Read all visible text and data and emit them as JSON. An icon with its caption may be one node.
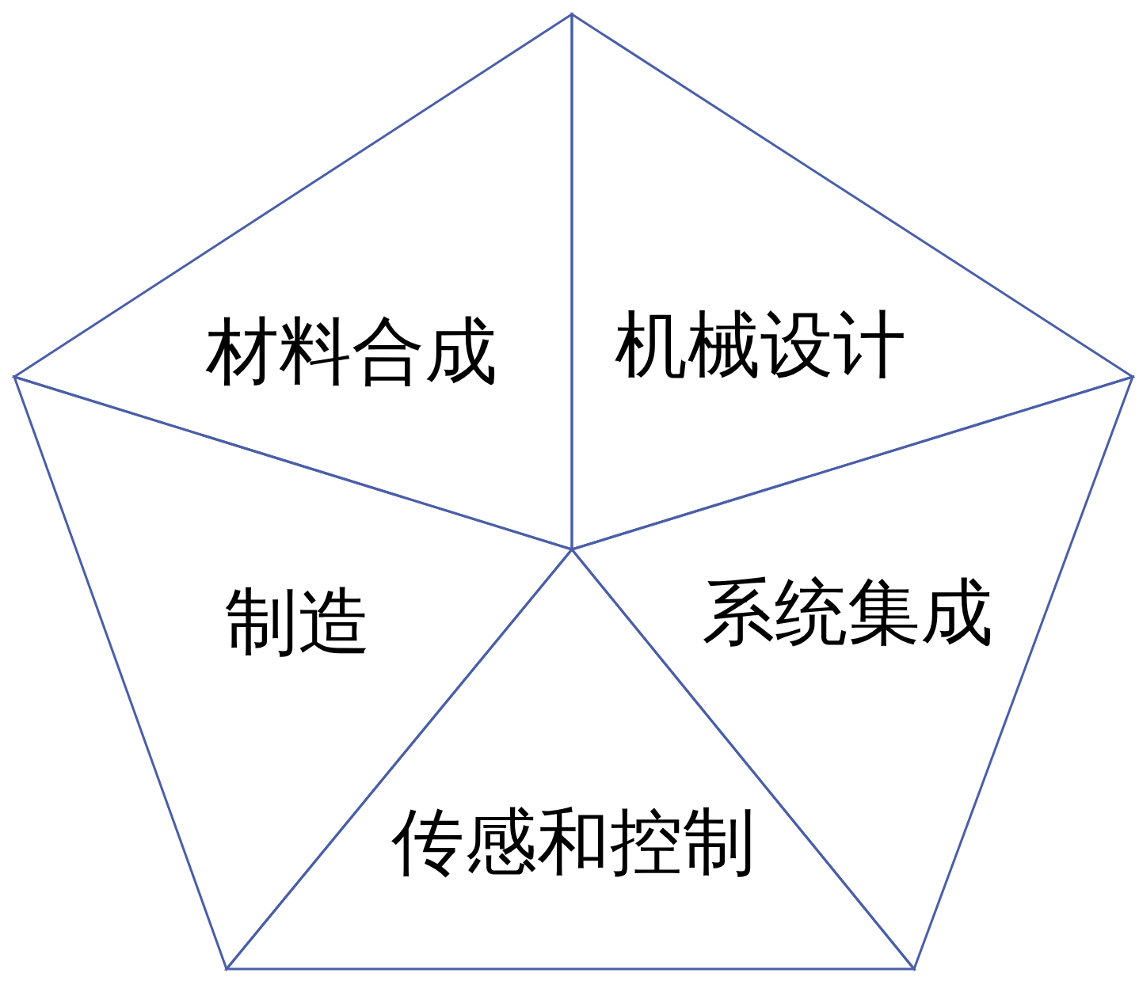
{
  "diagram": {
    "nodes": [
      {
        "text": [
          "材料合成"
        ]
      },
      {
        "text": [
          "机械设计"
        ]
      },
      {
        "text": [
          "制造"
        ]
      },
      {
        "text": [
          "系统集成"
        ]
      },
      {
        "text": [
          "传感和控制"
        ]
      }
    ]
  }
}
